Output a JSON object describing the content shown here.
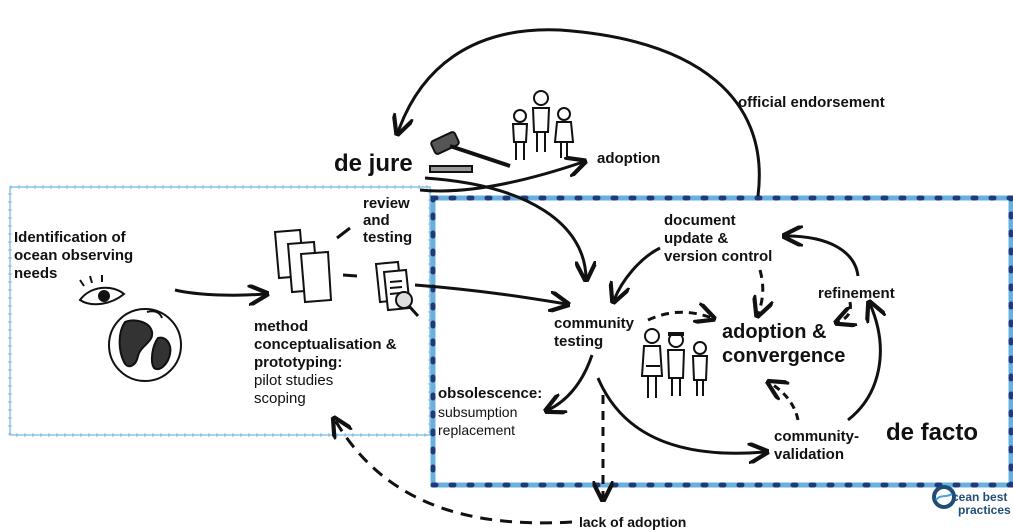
{
  "labels": {
    "official_endorsement": "official endorsement",
    "de_jure": "de jure",
    "adoption": "adoption",
    "review_testing": "review and testing",
    "review_line1": "review",
    "review_line2": "and",
    "review_line3": "testing",
    "identification_line1": "Identification of",
    "identification_line2": "ocean observing",
    "identification_line3": "needs",
    "method_line1": "method",
    "method_line2": "conceptualisation &",
    "method_line3": "prototyping:",
    "method_line4": "pilot studies",
    "method_line5": "scoping",
    "document_line1": "document",
    "document_line2": "update &",
    "document_line3": "version control",
    "refinement": "refinement",
    "community_testing_line1": "community",
    "community_testing_line2": "testing",
    "adoption_conv_line1": "adoption &",
    "adoption_conv_line2": "convergence",
    "obsolescence_line1": "obsolescence:",
    "obsolescence_line2": "subsumption",
    "obsolescence_line3": "replacement",
    "community_validation_line1": "community-",
    "community_validation_line2": "validation",
    "de_facto": "de facto",
    "lack_of_adoption": "lack of adoption"
  },
  "logo": {
    "line1": "cean best",
    "line2": "practices",
    "symbol": "O"
  },
  "colors": {
    "box_border": "#6ab0de",
    "box_dots": "#1f3a7a",
    "arrow": "#111111"
  },
  "icons": [
    "eye-icon",
    "globe-icon",
    "documents-icon",
    "magnifier-document-icon",
    "gavel-icon",
    "people-group-icon",
    "people-group-icon-2",
    "ocean-best-practices-logo"
  ]
}
